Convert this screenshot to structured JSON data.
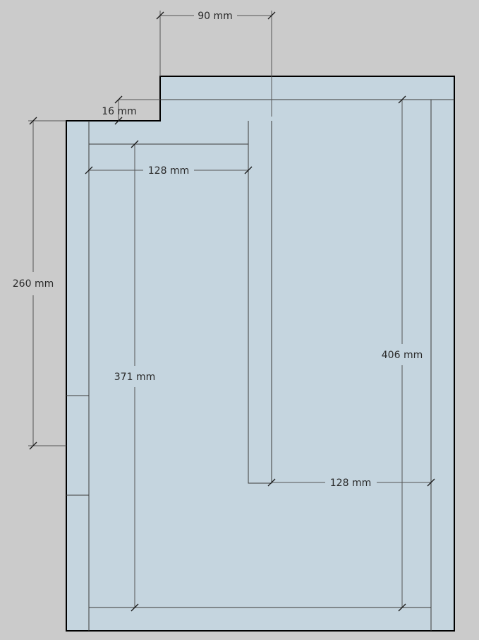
{
  "colors": {
    "background": "#cbcbcb",
    "panel_fill": "#c5d5df",
    "outline": "#000000",
    "edge": "#3a3a3a",
    "dimension_line": "#555555"
  },
  "dimensions": {
    "top_offset": "90 mm",
    "step": "16 mm",
    "inner_width_top": "128 mm",
    "height_left": "260 mm",
    "inner_height_left": "371 mm",
    "inner_height_right": "406 mm",
    "inner_width_bottom": "128 mm"
  }
}
